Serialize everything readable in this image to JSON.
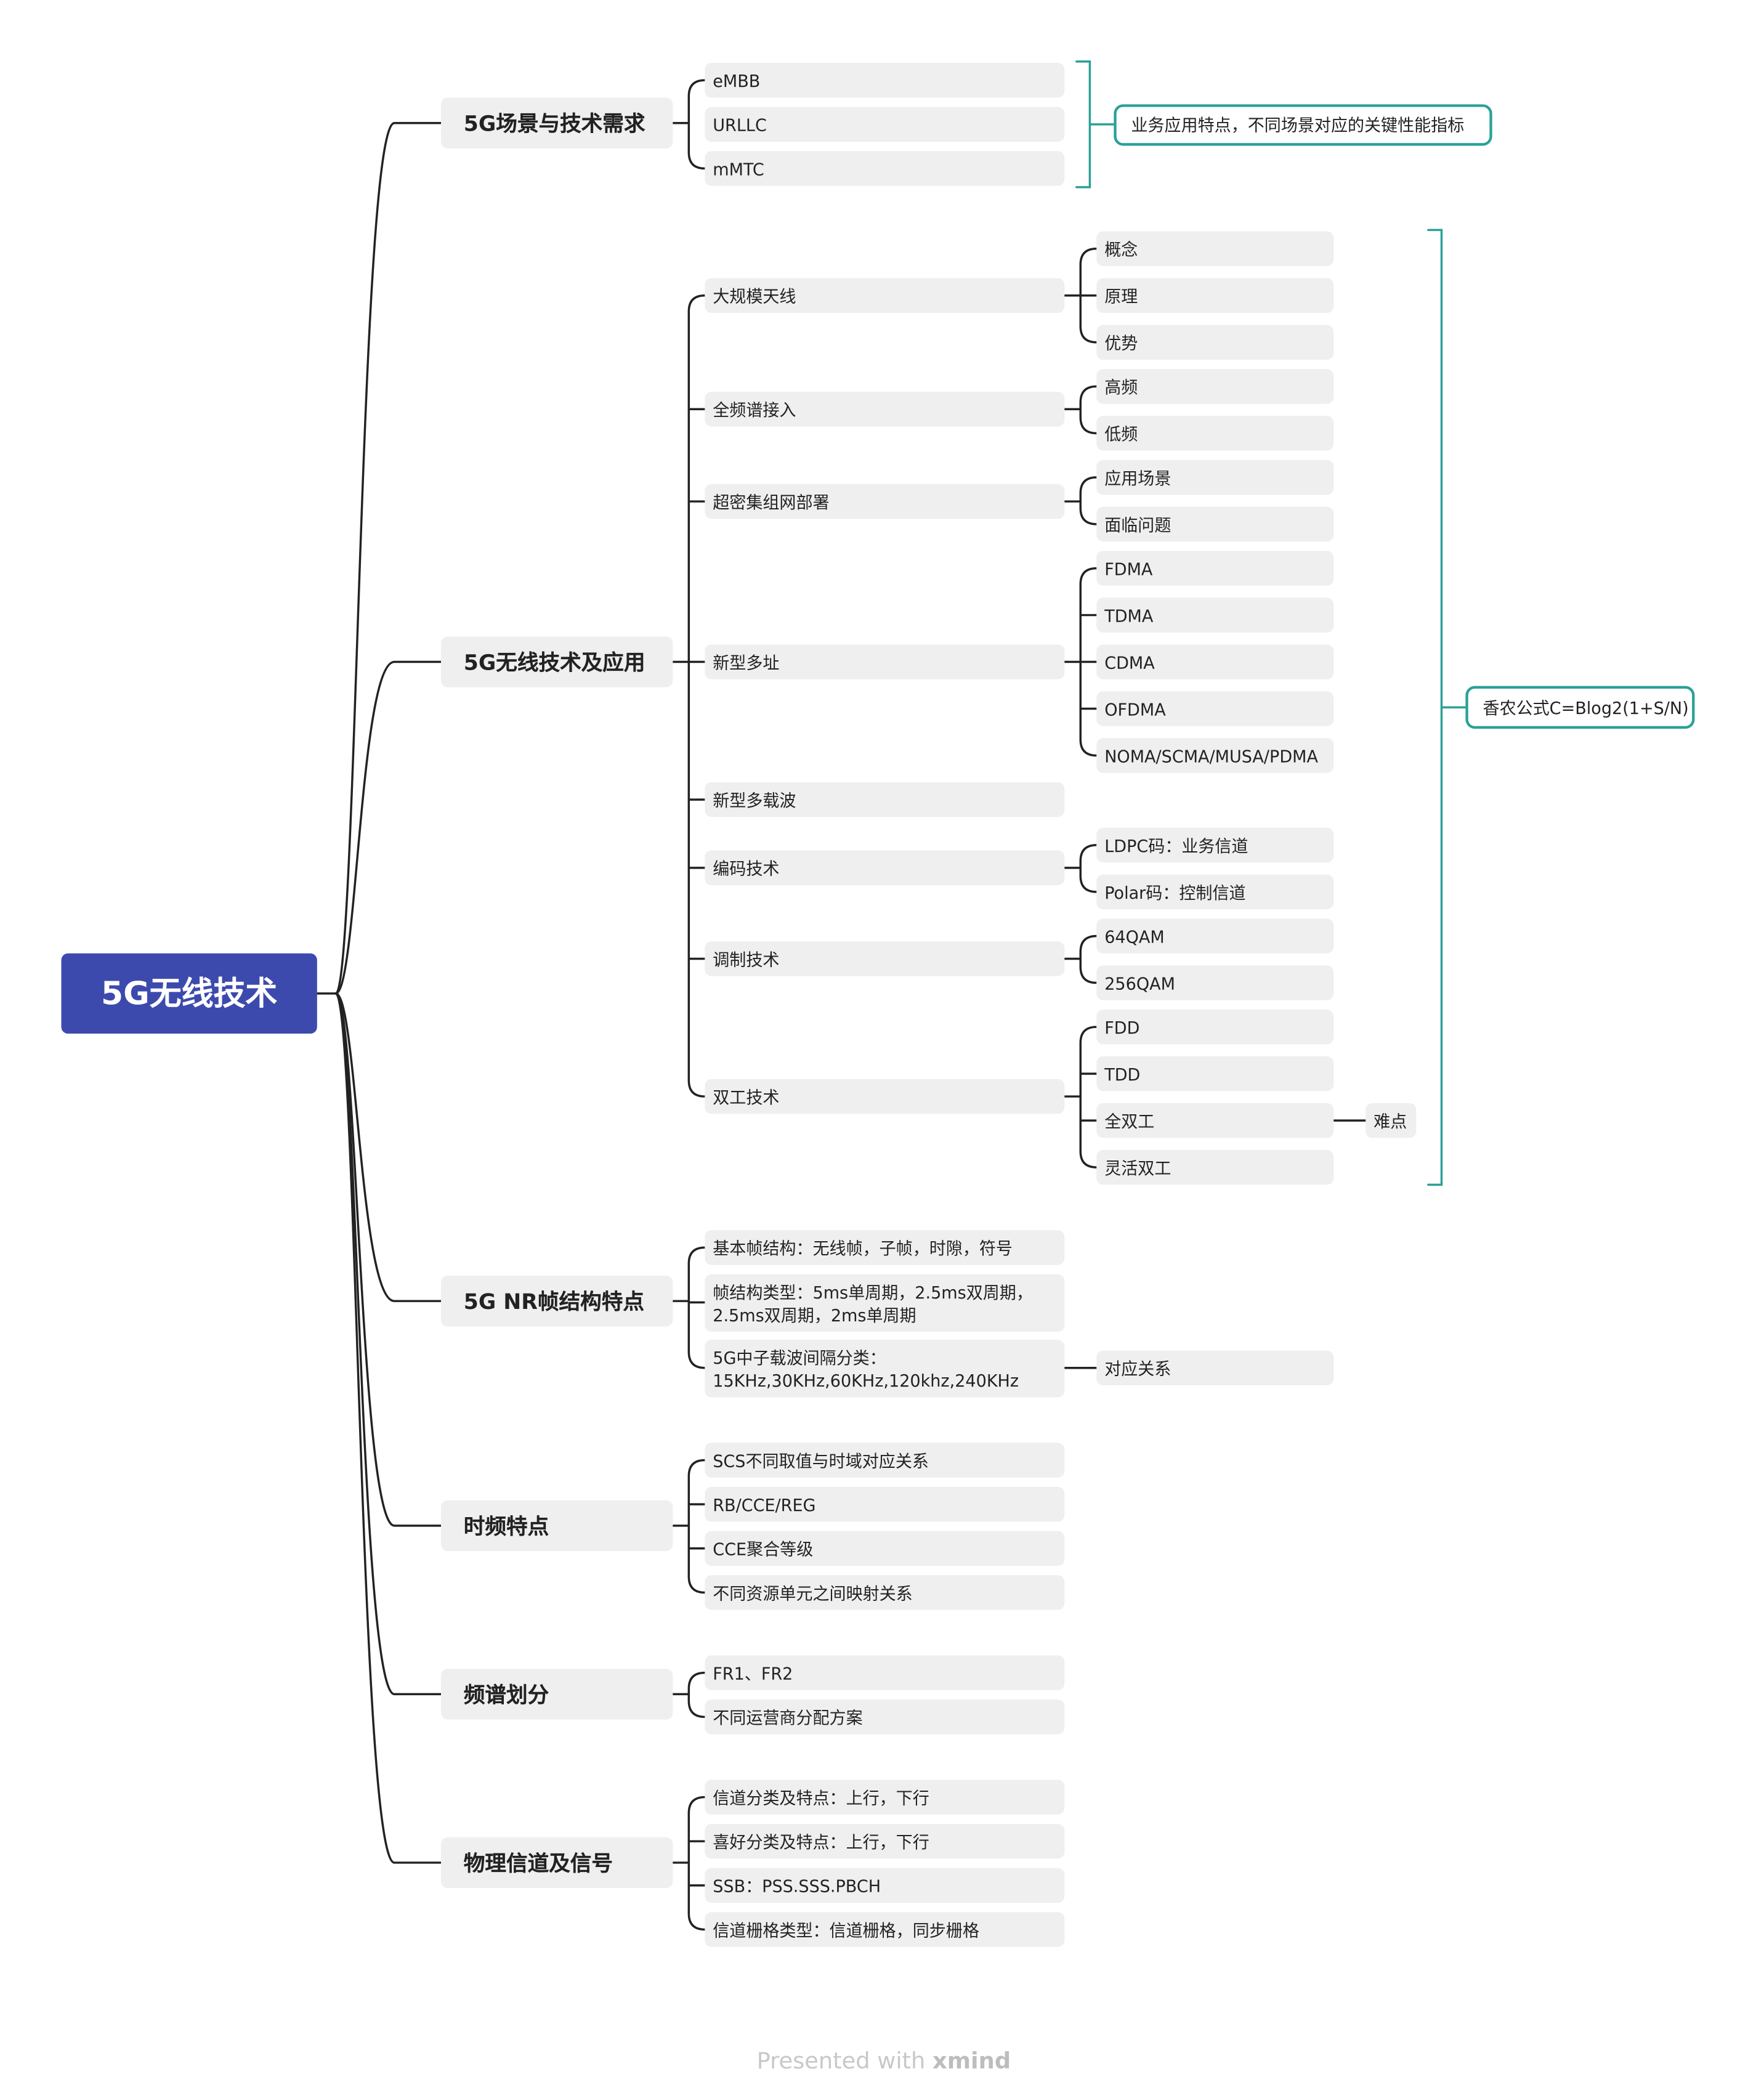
{
  "root": "5G无线技术",
  "branches": {
    "b1": {
      "title": "5G场景与技术需求",
      "items": [
        "eMBB",
        "URLLC",
        "mMTC"
      ],
      "summary": "业务应用特点，不同场景对应的关键性能指标"
    },
    "b2": {
      "title": "5G无线技术及应用",
      "summary": "香农公式C=Blog2(1+S/N)",
      "children": [
        {
          "label": "大规模天线",
          "items": [
            "概念",
            "原理",
            "优势"
          ]
        },
        {
          "label": "全频谱接入",
          "items": [
            "高频",
            "低频"
          ]
        },
        {
          "label": "超密集组网部署",
          "items": [
            "应用场景",
            "面临问题"
          ]
        },
        {
          "label": "新型多址",
          "items": [
            "FDMA",
            "TDMA",
            "CDMA",
            "OFDMA",
            "NOMA/SCMA/MUSA/PDMA"
          ]
        },
        {
          "label": "新型多载波",
          "items": []
        },
        {
          "label": "编码技术",
          "items": [
            "LDPC码：业务信道",
            "Polar码：控制信道"
          ]
        },
        {
          "label": "调制技术",
          "items": [
            "64QAM",
            "256QAM"
          ]
        },
        {
          "label": "双工技术",
          "items": [
            "FDD",
            "TDD",
            "全双工",
            "灵活双工"
          ],
          "extra": "难点"
        }
      ]
    },
    "b3": {
      "title": "5G NR帧结构特点",
      "items": [
        "基本帧结构：无线帧，子帧，时隙，符号",
        "帧结构类型：5ms单周期，2.5ms双周期，2.5ms双周期，2ms单周期",
        "5G中子载波间隔分类：15KHz,30KHz,60KHz,120khz,240KHz"
      ],
      "extra": "对应关系"
    },
    "b4": {
      "title": "时频特点",
      "items": [
        "SCS不同取值与时域对应关系",
        "RB/CCE/REG",
        "CCE聚合等级",
        "不同资源单元之间映射关系"
      ]
    },
    "b5": {
      "title": "频谱划分",
      "items": [
        "FR1、FR2",
        "不同运营商分配方案"
      ]
    },
    "b6": {
      "title": "物理信道及信号",
      "items": [
        "信道分类及特点：上行，下行",
        "喜好分类及特点：上行，下行",
        "SSB：PSS.SSS.PBCH",
        "信道栅格类型：信道栅格，同步栅格"
      ]
    }
  },
  "footer": {
    "prefix": "Presented with",
    "brand": "xmind"
  },
  "colors": {
    "root": "#3d4aad",
    "node": "#efefef",
    "line": "#222222",
    "summary": "#2aa197"
  }
}
